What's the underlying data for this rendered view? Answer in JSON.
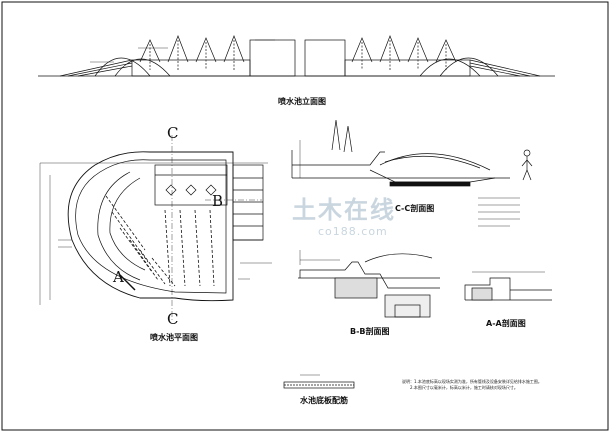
{
  "drawing": {
    "elevation_title": "喷水池立面图",
    "plan_title": "喷水池平面图",
    "cc_title": "C-C剖面图",
    "bb_title": "B-B剖面图",
    "aa_title": "A-A剖面图",
    "drain_title": "水池底板配筋",
    "section_marks": {
      "c_top": "C",
      "c_bottom": "C",
      "b": "B",
      "a": "A"
    },
    "notes": [
      "说明：1.本池底标高以现场实测为准，所有管线及设备安装详见给排水施工图。",
      "2.本图尺寸以毫米计，标高以米计，施工时请核对现场尺寸。"
    ]
  },
  "watermark": {
    "main": "土木在线",
    "sub": "co188.com"
  },
  "colors": {
    "line": "#111111",
    "watermark": "#c9d6df"
  }
}
